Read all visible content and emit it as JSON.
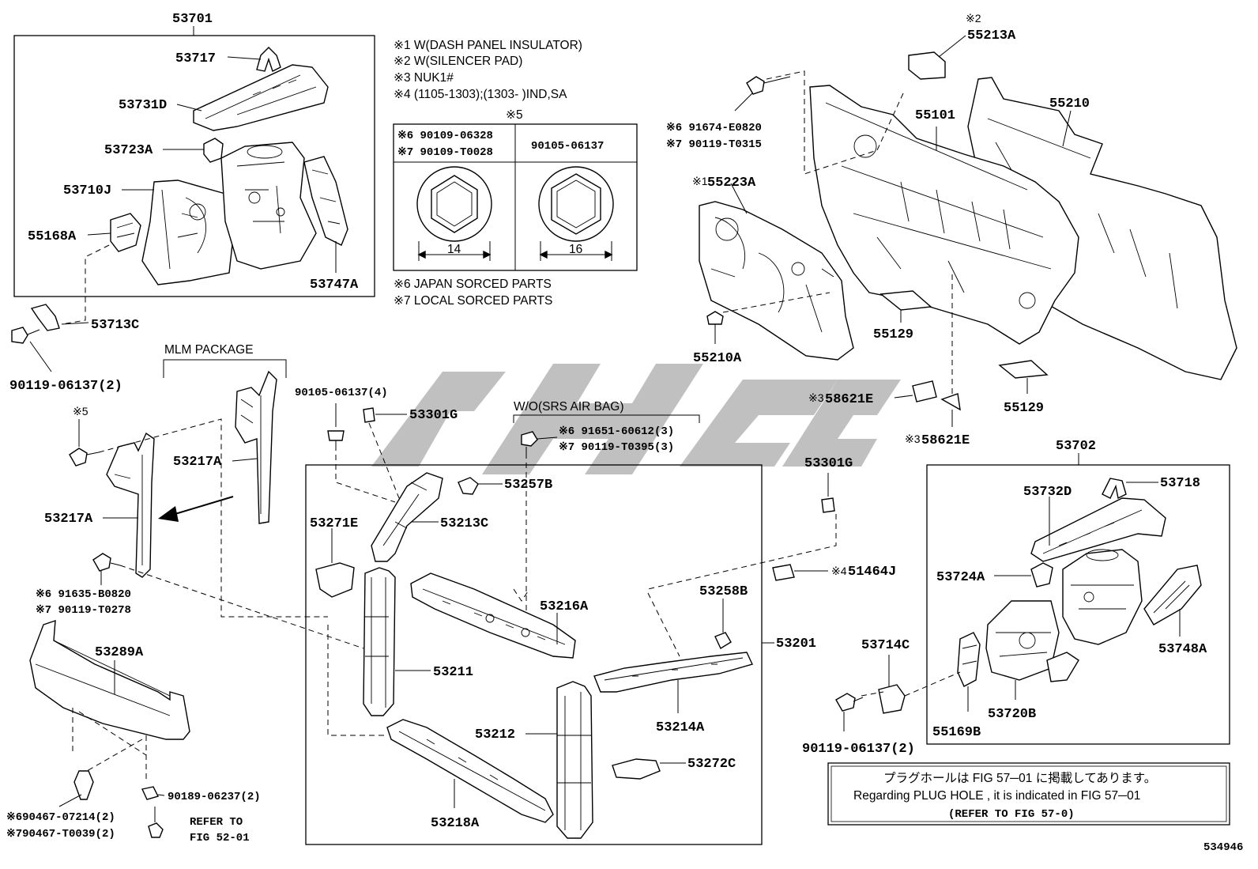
{
  "diagram_id": "534946",
  "notes": {
    "n1": "※1 W(DASH PANEL INSULATOR)",
    "n2": "※2 W(SILENCER PAD)",
    "n3": "※3 NUK1#",
    "n4": "※4 (1105-1303);(1303-        )IND,SA",
    "n6": "※6 JAPAN SORCED PARTS",
    "n7": "※7 LOCAL SORCED PARTS"
  },
  "bolt_table": {
    "header": "※5",
    "col1_line1": "※6 90109-06328",
    "col1_line2": "※7 90109-T0028",
    "col2": "90105-06137",
    "size1": "14",
    "size2": "16"
  },
  "group_labels": {
    "mlm_package": "MLM PACKAGE",
    "wo_srs": "W/O(SRS AIR BAG)"
  },
  "parts": {
    "p53701": "53701",
    "p53717": "53717",
    "p53731D": "53731D",
    "p53723A": "53723A",
    "p53710J": "53710J",
    "p55168A": "55168A",
    "p53747A": "53747A",
    "p53713C": "53713C",
    "p90119_left": "90119-06137(2)",
    "p55213A_tag": "※2",
    "p55213A": "55213A",
    "p55101": "55101",
    "p55210": "55210",
    "p91674_a": "※6 91674-E0820",
    "p91674_b": "※7 90119-T0315",
    "p55223A_tag": "※1",
    "p55223A": "55223A",
    "p55129_a": "55129",
    "p55129_b": "55129",
    "p55210A": "55210A",
    "p58621E_a_tag": "※3",
    "p58621E_a": "58621E",
    "p58621E_b_tag": "※3",
    "p58621E_b": "58621E",
    "p90105": "90105-06137(4)",
    "p53301G_a": "53301G",
    "p91651_a": "※6 91651-60612(3)",
    "p91651_b": "※7 90119-T0395(3)",
    "p53257B": "53257B",
    "p53271E": "53271E",
    "p53213C": "53213C",
    "p53216A": "53216A",
    "p53211": "53211",
    "p53212": "53212",
    "p53218A": "53218A",
    "p53301G_b": "53301G",
    "p51464J_tag": "※4",
    "p51464J": "51464J",
    "p53258B": "53258B",
    "p53201": "53201",
    "p53214A": "53214A",
    "p53272C": "53272C",
    "p53217A_a": "53217A",
    "p53217A_b": "53217A",
    "p5_tag": "※5",
    "p91635_a": "※6 91635-B0820",
    "p91635_b": "※7 90119-T0278",
    "p53289A": "53289A",
    "p90467_a": "※690467-07214(2)",
    "p90467_b": "※790467-T0039(2)",
    "p90189": "90189-06237(2)",
    "refer_1": "REFER TO",
    "refer_2": "FIG 52-01",
    "p53702": "53702",
    "p53718": "53718",
    "p53732D": "53732D",
    "p53724A": "53724A",
    "p53748A": "53748A",
    "p53714C": "53714C",
    "p53720B": "53720B",
    "p55169B": "55169B",
    "p90119_right": "90119-06137(2)"
  },
  "plug_note": {
    "line1": "プラグホールは FIG 57─01 に掲載してあります。",
    "line2": "Regarding  PLUG  HOLE , it is indicated in  FIG  57─01",
    "line3": "(REFER TO FIG 57-0)"
  }
}
